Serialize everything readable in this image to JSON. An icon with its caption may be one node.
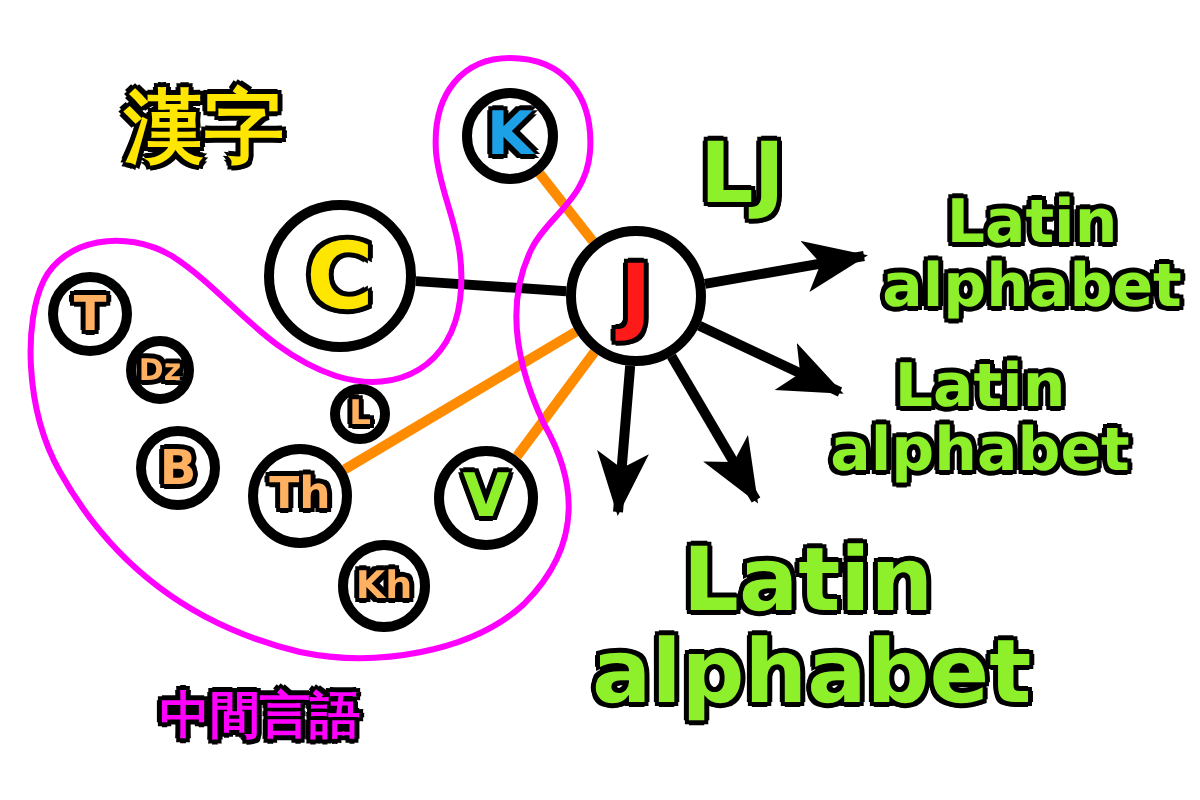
{
  "diagram": {
    "nodes": [
      {
        "text": [
          "中間言語"
        ]
      },
      {
        "text": [
          "K"
        ],
        "in": 0
      },
      {
        "text": [
          "C"
        ]
      },
      {
        "text": [
          "J"
        ]
      },
      {
        "text": [
          "T"
        ],
        "in": 0
      },
      {
        "text": [
          "Dz"
        ],
        "in": 0
      },
      {
        "text": [
          "B"
        ],
        "in": 0
      },
      {
        "text": [
          "L"
        ],
        "in": 0
      },
      {
        "text": [
          "Th"
        ],
        "in": 0
      },
      {
        "text": [
          "V"
        ],
        "in": 0
      },
      {
        "text": [
          "Kh"
        ],
        "in": 0
      },
      {
        "text": [
          "Latin alphabet"
        ]
      },
      {
        "text": [
          "Latin alphabet"
        ]
      },
      {
        "text": [
          "Latin alphabet"
        ]
      }
    ],
    "edges": [
      {
        "from": 2,
        "to": 3,
        "arrow": "none"
      },
      {
        "from": 1,
        "to": 3,
        "arrow": "none",
        "color": "#ff8c00"
      },
      {
        "from": 8,
        "to": 3,
        "arrow": "none",
        "color": "#ff8c00"
      },
      {
        "from": 9,
        "to": 3,
        "arrow": "none",
        "color": "#ff8c00"
      },
      {
        "from": 3,
        "to": 11,
        "arrow": "to"
      },
      {
        "from": 3,
        "to": 12,
        "arrow": "to"
      },
      {
        "from": 3,
        "to": 13,
        "arrow": "to"
      },
      {
        "from": 3,
        "to": 13,
        "arrow": "to"
      }
    ],
    "labels": [
      "漢字",
      "LJ"
    ]
  }
}
